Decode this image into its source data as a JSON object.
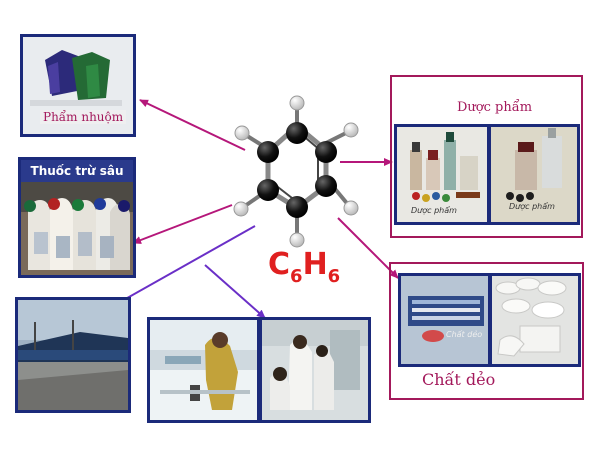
{
  "center": {
    "formula_main_c": "C",
    "formula_sub_c": "6",
    "formula_main_h": "H",
    "formula_sub_h": "6"
  },
  "panels": {
    "dyes": {
      "caption": "Phẩm nhuộm"
    },
    "pesticide": {
      "title": "Thuốc trừ sâu"
    },
    "pharma": {
      "title": "Dược phẩm",
      "photo1_caption": "Dược phẩm",
      "photo2_caption": "Dược phẩm"
    },
    "plastics": {
      "caption": "Chất dẻo",
      "photo_caption": "Chất dẻo"
    }
  },
  "colors": {
    "carbon": "#111111",
    "formula": "#e02020",
    "arrow_magenta": "#b5177a",
    "arrow_violet": "#6a2fc7",
    "frame_navy": "#1b2a7a",
    "frame_magenta": "#a3195b",
    "pesticide_header": "#2a3a8c"
  }
}
